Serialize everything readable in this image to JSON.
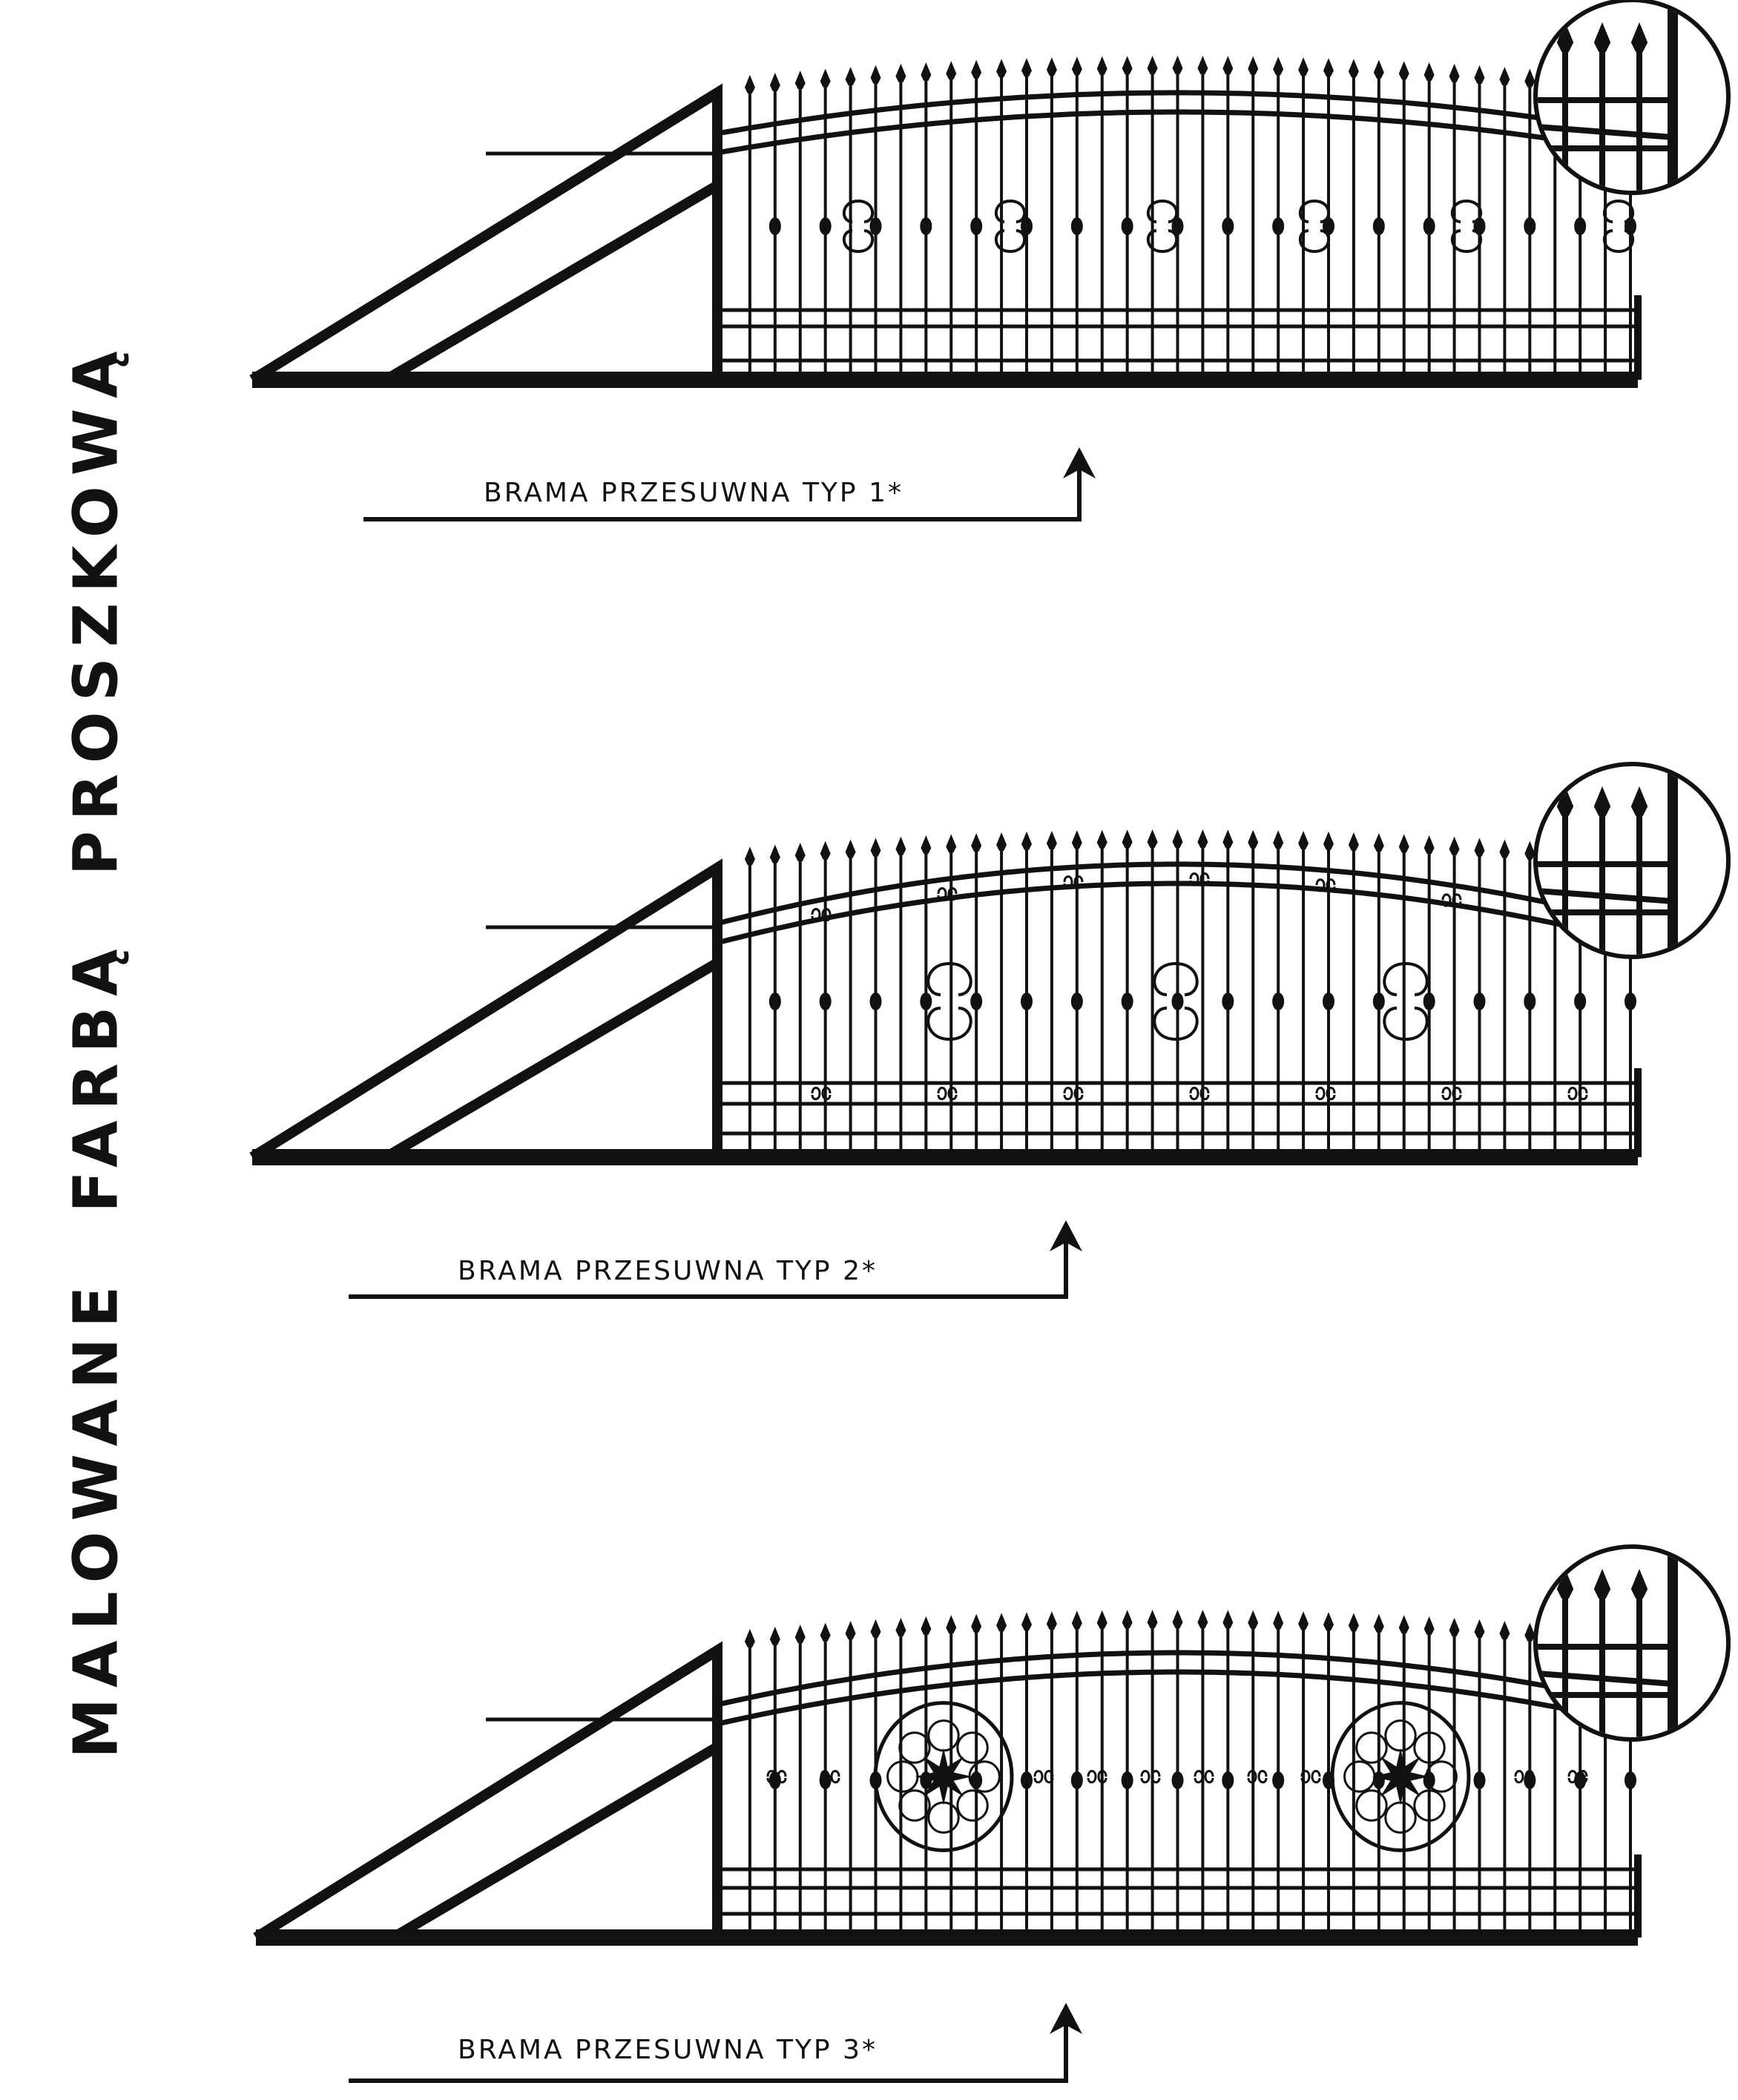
{
  "side_title": "MALOWANE  FARBĄ  PROSZKOWĄ",
  "colors": {
    "ink": "#111111",
    "background": "#ffffff"
  },
  "gates": [
    {
      "label": "BRAMA PRZESUWNA TYP 1*",
      "ornament_style": "paired-scrolls"
    },
    {
      "label": "BRAMA PRZESUWNA TYP 2*",
      "ornament_style": "lyre-scrolls"
    },
    {
      "label": "BRAMA PRZESUWNA TYP 3*",
      "ornament_style": "rosette-medallions"
    }
  ]
}
